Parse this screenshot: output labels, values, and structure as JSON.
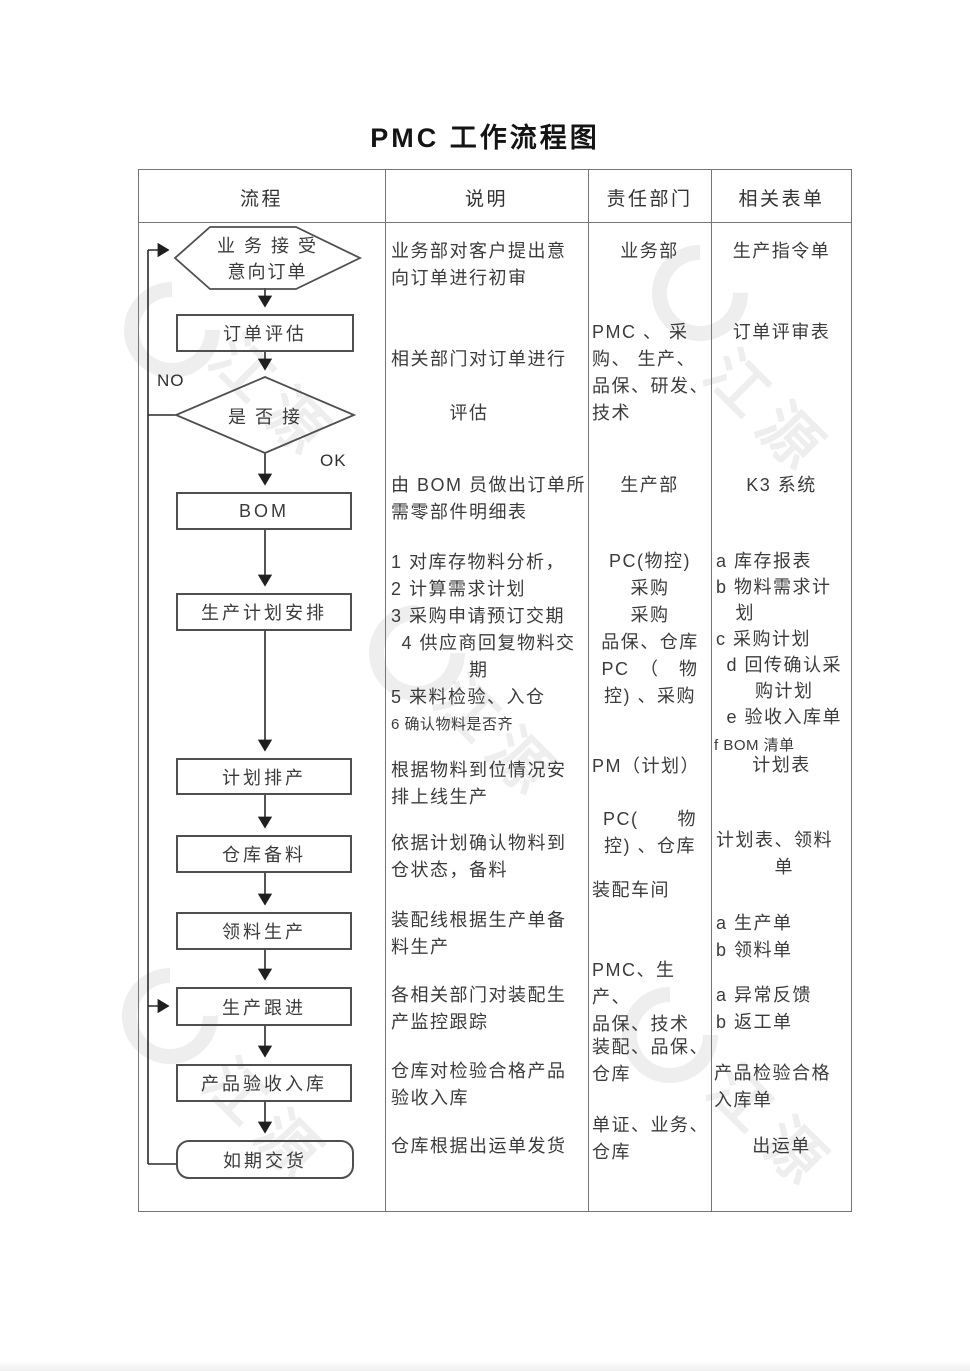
{
  "title": "PMC 工作流程图",
  "headers": {
    "process": "流程",
    "description": "说明",
    "department": "责任部门",
    "forms": "相关表单"
  },
  "flow": {
    "hexagon_line1": "业 务 接 受",
    "hexagon_line2": "意向订单",
    "no_label": "NO",
    "ok_label": "OK",
    "nodes": {
      "order_eval": "订单评估",
      "accept": "是 否 接",
      "bom": "BOM",
      "plan": "生产计划安排",
      "schedule": "计划排产",
      "warehouse": "仓库备料",
      "picking": "领料生产",
      "follow": "生产跟进",
      "inspect": "产品验收入库",
      "deliver": "如期交货"
    }
  },
  "descriptions": {
    "r1": "业务部对客户提出意\n向订单进行初审",
    "r2_line1": "相关部门对订单进行",
    "r2_line2": "　　　评估",
    "r3": "由 BOM 员做出订单所\n需零部件明细表",
    "r4_items": "1 对库存物料分析，\n2 计算需求计划\n3 采购申请预订交期\n 4 供应商回复物料交\n　　　　期\n5 来料检验、入仓",
    "r4_last": "6 确认物料是否齐",
    "r5": "根据物料到位情况安\n排上线生产",
    "r6": "依据计划确认物料到\n仓状态，备料",
    "r7": "装配线根据生产单备\n料生产",
    "r8": "各相关部门对装配生\n产监控跟踪",
    "r9": "仓库对检验合格产品\n验收入库",
    "r10": "仓库根据出运单发货"
  },
  "departments": {
    "d1": "业务部",
    "d2": "PMC 、 采\n购、 生产、\n品保、研发、\n技术",
    "d3": "生产部",
    "d4": "PC(物控)\n采购\n采购\n品保、仓库\nPC　（　物\n控) 、采购",
    "d5": "PM（计划）",
    "d6": "PC(　　物\n控) 、仓库",
    "d7": "装配车间",
    "d8": "PMC、生产、\n品保、技术",
    "d9": "装配、品保、\n仓库",
    "d10": "单证、业务、\n仓库"
  },
  "forms": {
    "f1": "生产指令单",
    "f2": "订单评审表",
    "f3": "K3 系统",
    "f4_items": "a 库存报表\nb 物料需求计\n　划\nc 采购计划\n d 回传确认采\n　　购计划\n e 验收入库单",
    "f4_last": "f BOM 清单",
    "f5": "计划表",
    "f6": "计划表、领料\n　　　单",
    "f7": "a 生产单\nb 领料单",
    "f8": "a 异常反馈\nb 返工单",
    "f9": "产品检验合格\n入库单",
    "f10": "出运单"
  },
  "watermark": {
    "text": "江源"
  }
}
